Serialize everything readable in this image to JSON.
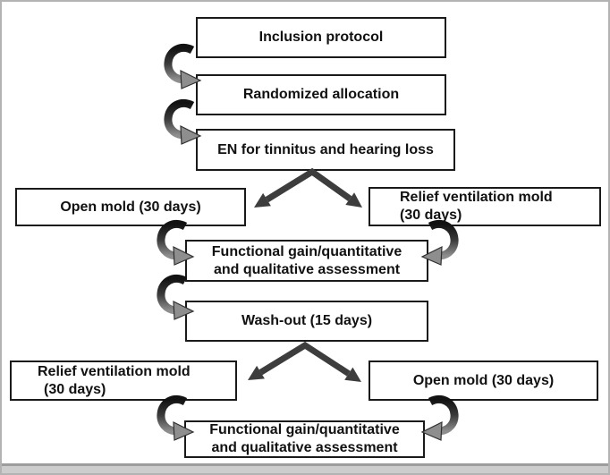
{
  "figure": {
    "type": "flowchart",
    "description_visible": false
  },
  "colors": {
    "box_border": "#1a1a1a",
    "text_color": "#111111",
    "arrow_dark": "#121212",
    "arrow_mid": "#3a3a3a",
    "arrow_gray": "#8e8e8e",
    "v_arrow": "#3d3d3d",
    "frame_border": "#b3b3b3",
    "frame_bottom_dark": "#9d9d9d",
    "frame_bottom_light": "#cdcdcd",
    "canvas_bg": "#ffffff"
  },
  "icons": {
    "curved_flow_arrow": "c-shaped-curved-arrow",
    "split_flow_arrow": "v-split-double-arrow"
  },
  "nodes": {
    "inclusion": {
      "label": "Inclusion protocol"
    },
    "randomized": {
      "label": "Randomized allocation"
    },
    "en_fitting": {
      "label": "EN for tinnitus and hearing loss"
    },
    "open_first": {
      "label": "Open mold (30 days)"
    },
    "relief_first": {
      "line1": "Relief ventilation mold",
      "line2": "(30 days)"
    },
    "assessment_first": {
      "line1": "Functional gain/quantitative",
      "line2": "and qualitative assessment"
    },
    "washout": {
      "label": "Wash-out (15 days)"
    },
    "relief_second": {
      "line1": "Relief ventilation mold",
      "line2": "(30 days)"
    },
    "open_second": {
      "label": "Open mold (30 days)"
    },
    "assessment_second": {
      "line1": "Functional gain/quantitative",
      "line2": "and qualitative assessment"
    }
  }
}
